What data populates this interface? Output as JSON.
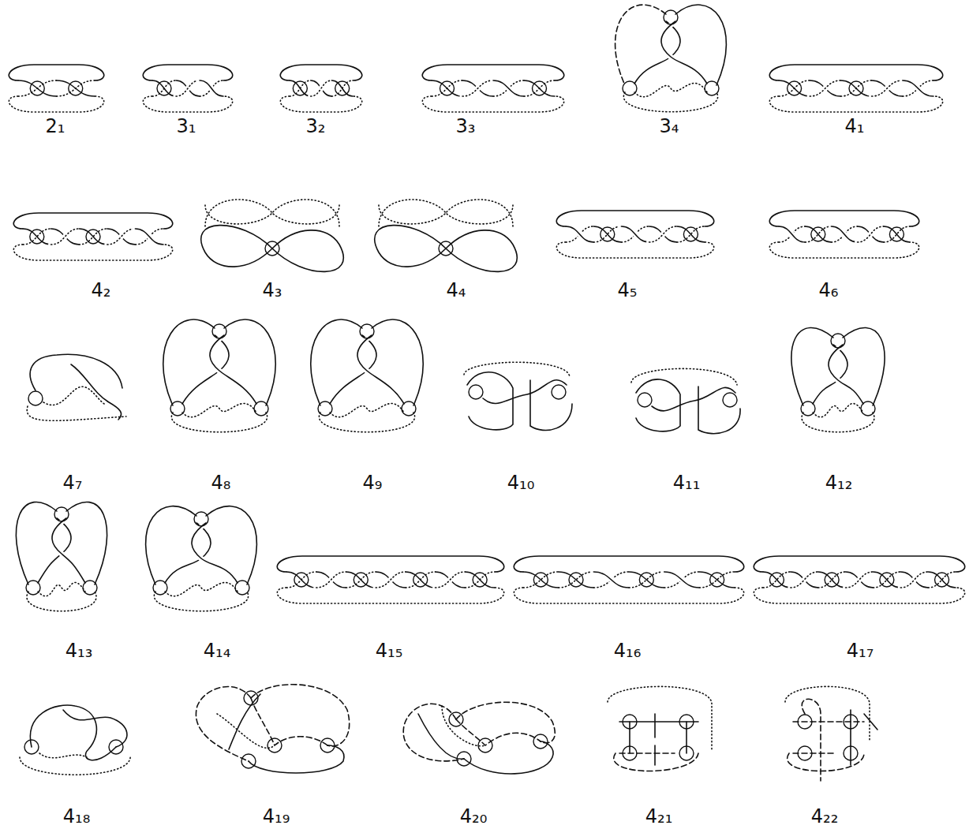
{
  "diagram": {
    "labels": [
      "2₁",
      "3₁",
      "3₂",
      "3₃",
      "3₄",
      "4₁",
      "4₂",
      "4₃",
      "4₄",
      "4₅",
      "4₆",
      "4₇",
      "4₈",
      "4₉",
      "4₁₀",
      "4₁₁",
      "4₁₂",
      "4₁₃",
      "4₁₄",
      "4₁₅",
      "4₁₆",
      "4₁₇",
      "4₁₈",
      "4₁₉",
      "4₂₀",
      "4₂₁",
      "4₂₂"
    ]
  }
}
